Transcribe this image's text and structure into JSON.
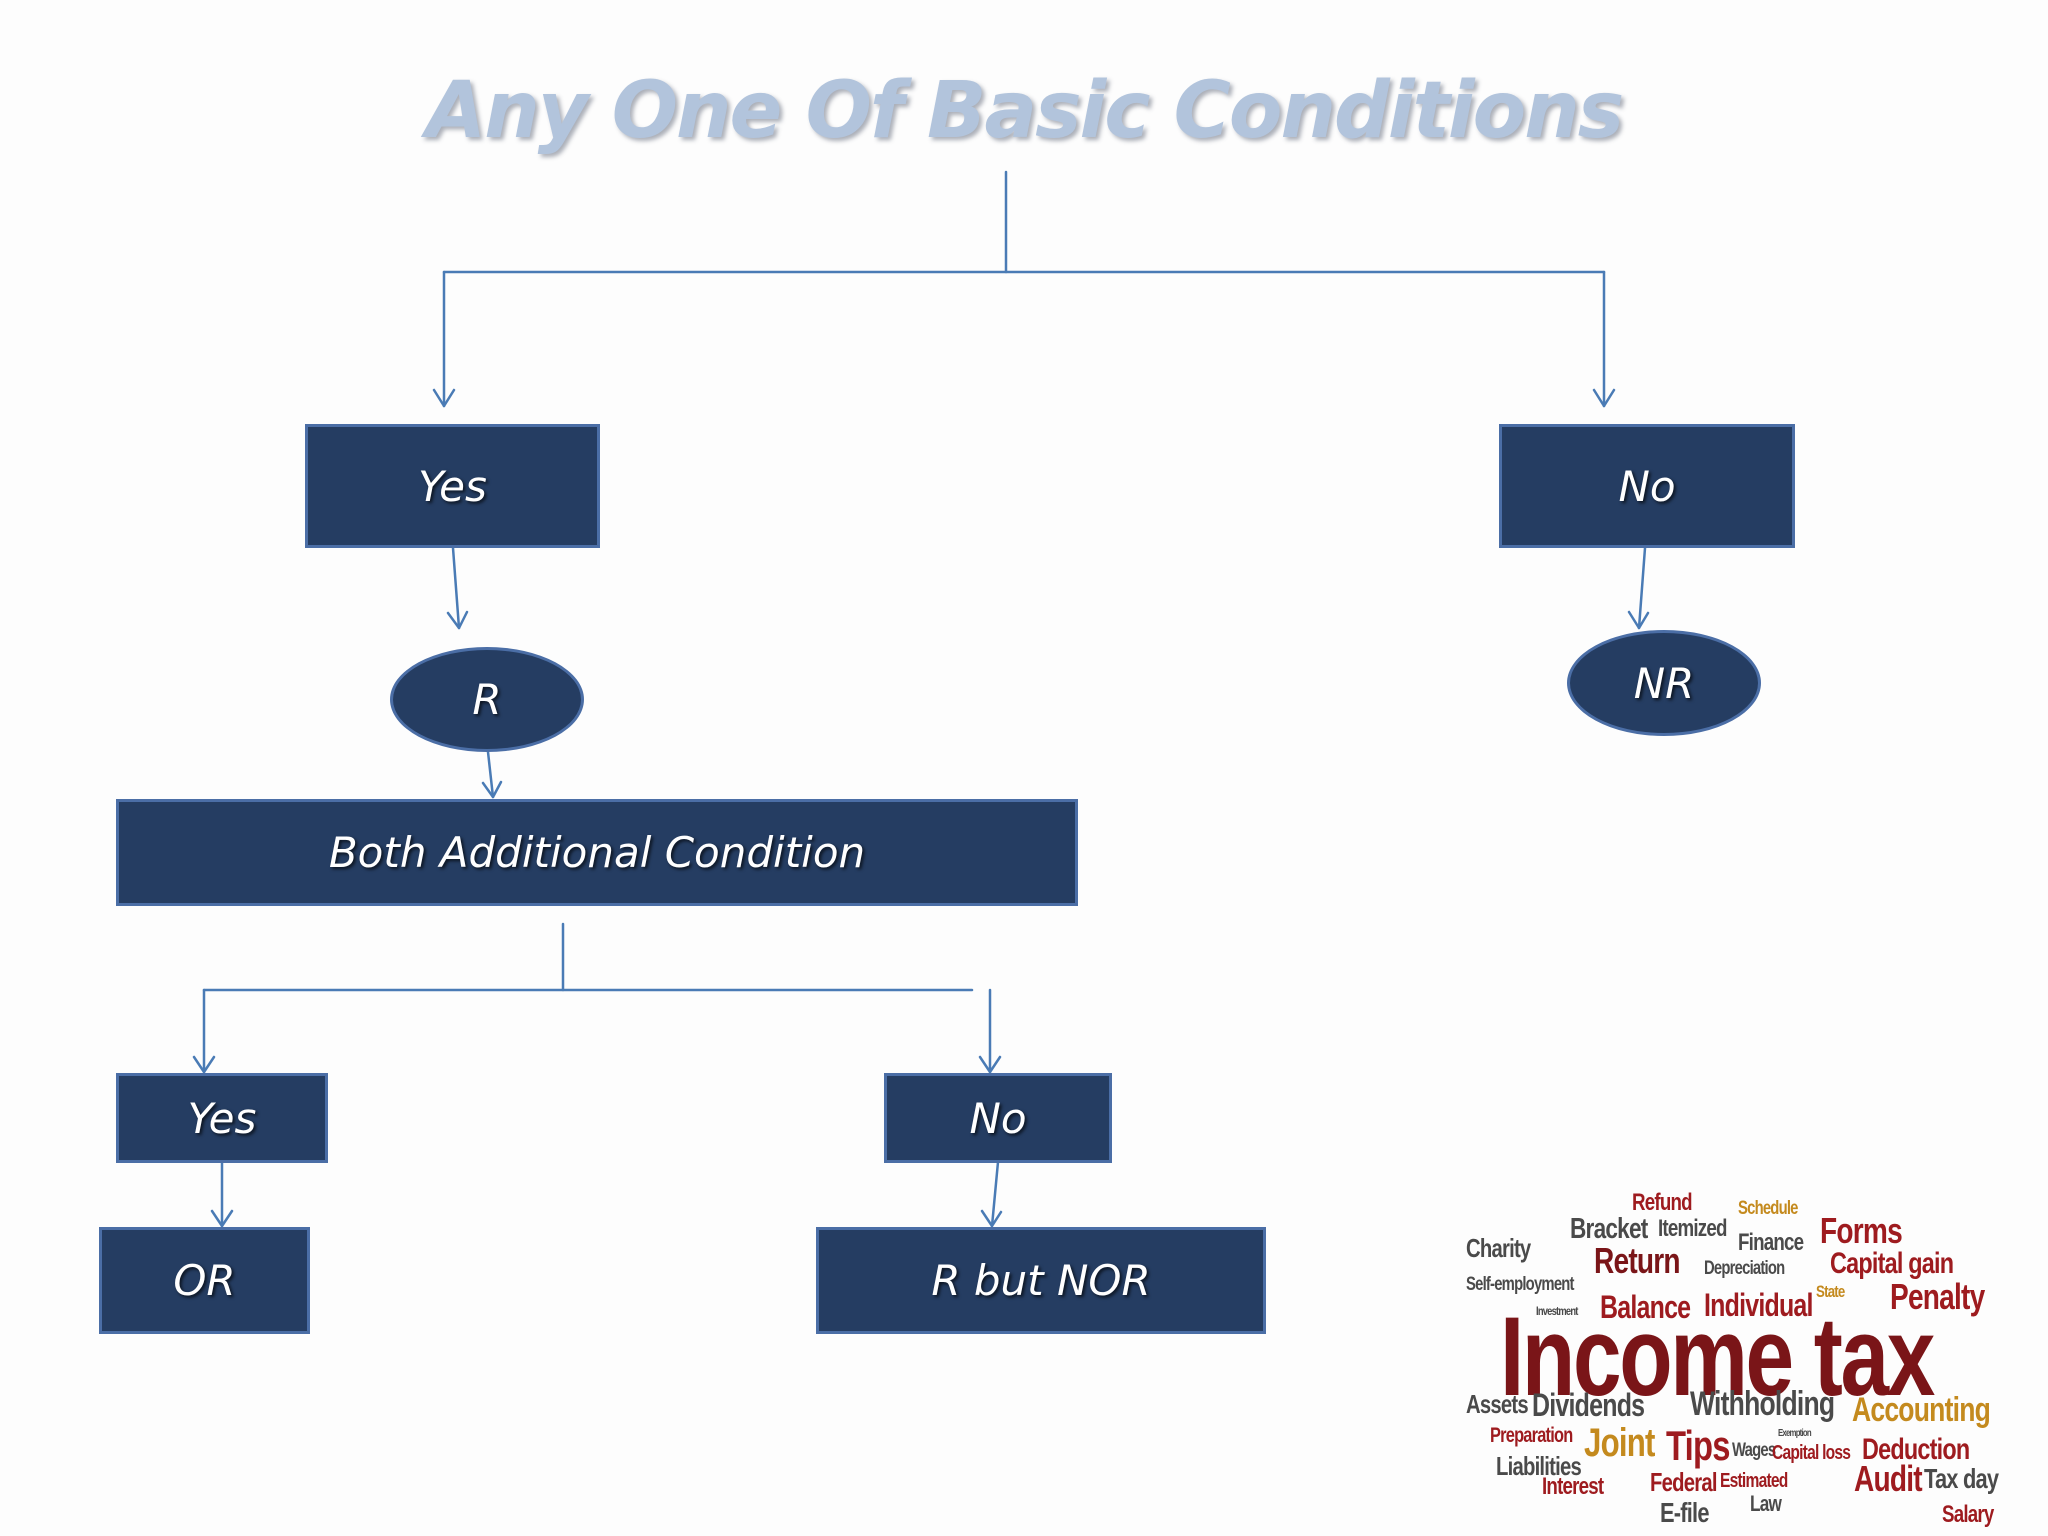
{
  "title": "Any One Of Basic Conditions",
  "nodes": {
    "yes_top": "Yes",
    "no_top": "No",
    "r": "R",
    "nr": "NR",
    "both_additional": "Both Additional Condition",
    "yes_bottom": "Yes",
    "no_bottom": "No",
    "or": "OR",
    "r_but_nor": "R but NOR"
  },
  "colors": {
    "box_fill": "#253d62",
    "box_border": "#4b6ea6",
    "connector": "#4a7bb5",
    "title": "#b2c4dc",
    "cloud_red": "#9e1b1f",
    "cloud_gray": "#4a4a4a",
    "cloud_orange": "#c48a1e"
  },
  "word_cloud": {
    "words": [
      "Refund",
      "Schedule",
      "Bracket",
      "Itemized",
      "Forms",
      "Charity",
      "Finance",
      "Return",
      "Capital gain",
      "Depreciation",
      "Self-employment",
      "State",
      "Penalty",
      "Investment",
      "Balance",
      "Individual",
      "Income tax",
      "Assets",
      "Dividends",
      "Withholding",
      "Accounting",
      "Preparation",
      "Exemption",
      "Joint",
      "Tips",
      "Wages",
      "Capital loss",
      "Deduction",
      "Liabilities",
      "Federal",
      "Estimated",
      "Audit",
      "Tax day",
      "Interest",
      "E-file",
      "Law",
      "Salary"
    ]
  }
}
